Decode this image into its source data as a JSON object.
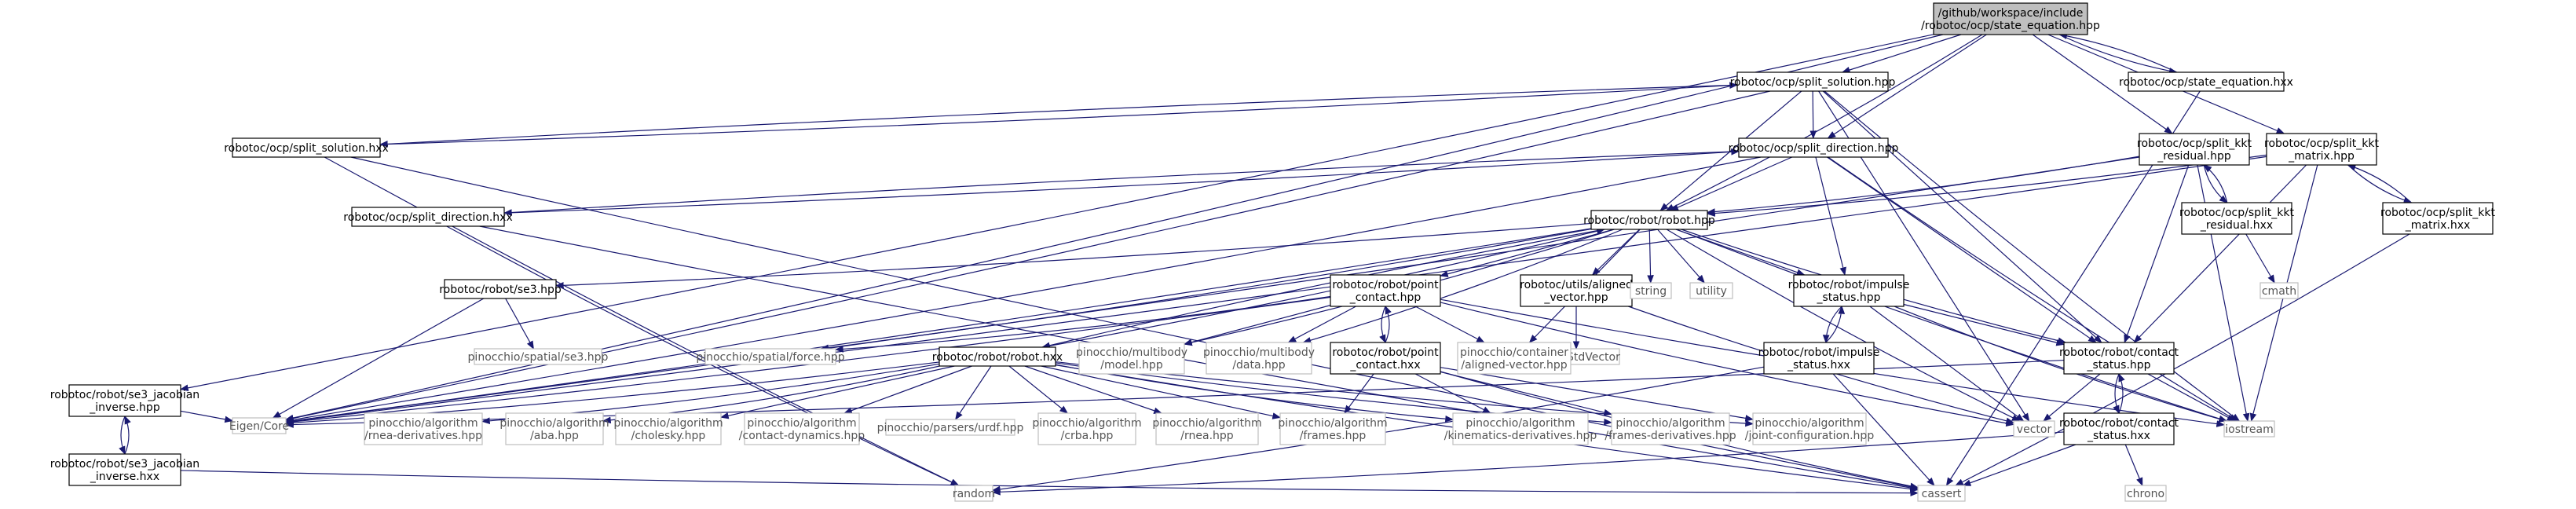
{
  "graph": {
    "colors": {
      "edge": "#191970",
      "border_main": "#000000",
      "border_ext": "#bfbfbf",
      "root_fill": "#bfbfbf",
      "text_main": "#000000",
      "text_ext": "#555555"
    },
    "nodes": {
      "root": {
        "lines": [
          "/github/workspace/include",
          "/robotoc/ocp/state_equation.hpp"
        ],
        "kind": "root"
      },
      "state_eq_hxx": {
        "lines": [
          "robotoc/ocp/state_equation.hxx"
        ],
        "kind": "main"
      },
      "split_solution_hpp": {
        "lines": [
          "robotoc/ocp/split_solution.hpp"
        ],
        "kind": "main"
      },
      "split_solution_hxx": {
        "lines": [
          "robotoc/ocp/split_solution.hxx"
        ],
        "kind": "main"
      },
      "split_direction_hpp": {
        "lines": [
          "robotoc/ocp/split_direction.hpp"
        ],
        "kind": "main"
      },
      "split_direction_hxx": {
        "lines": [
          "robotoc/ocp/split_direction.hxx"
        ],
        "kind": "main"
      },
      "kkt_residual_hpp": {
        "lines": [
          "robotoc/ocp/split_kkt",
          "_residual.hpp"
        ],
        "kind": "main"
      },
      "kkt_residual_hxx": {
        "lines": [
          "robotoc/ocp/split_kkt",
          "_residual.hxx"
        ],
        "kind": "main"
      },
      "kkt_matrix_hpp": {
        "lines": [
          "robotoc/ocp/split_kkt",
          "_matrix.hpp"
        ],
        "kind": "main"
      },
      "kkt_matrix_hxx": {
        "lines": [
          "robotoc/ocp/split_kkt",
          "_matrix.hxx"
        ],
        "kind": "main"
      },
      "robot_hpp": {
        "lines": [
          "robotoc/robot/robot.hpp"
        ],
        "kind": "main"
      },
      "robot_hxx": {
        "lines": [
          "robotoc/robot/robot.hxx"
        ],
        "kind": "main"
      },
      "se3_hpp": {
        "lines": [
          "robotoc/robot/se3.hpp"
        ],
        "kind": "main"
      },
      "se3_jac_hpp": {
        "lines": [
          "robotoc/robot/se3_jacobian",
          "_inverse.hpp"
        ],
        "kind": "main"
      },
      "se3_jac_hxx": {
        "lines": [
          "robotoc/robot/se3_jacobian",
          "_inverse.hxx"
        ],
        "kind": "main"
      },
      "point_contact_hpp": {
        "lines": [
          "robotoc/robot/point",
          "_contact.hpp"
        ],
        "kind": "main"
      },
      "point_contact_hxx": {
        "lines": [
          "robotoc/robot/point",
          "_contact.hxx"
        ],
        "kind": "main"
      },
      "aligned_vector_hpp": {
        "lines": [
          "robotoc/utils/aligned",
          "_vector.hpp"
        ],
        "kind": "main"
      },
      "impulse_status_hpp": {
        "lines": [
          "robotoc/robot/impulse",
          "_status.hpp"
        ],
        "kind": "main"
      },
      "impulse_status_hxx": {
        "lines": [
          "robotoc/robot/impulse",
          "_status.hxx"
        ],
        "kind": "main"
      },
      "contact_status_hpp": {
        "lines": [
          "robotoc/robot/contact",
          "_status.hpp"
        ],
        "kind": "main"
      },
      "contact_status_hxx": {
        "lines": [
          "robotoc/robot/contact",
          "_status.hxx"
        ],
        "kind": "main"
      },
      "eigen_core": {
        "lines": [
          "Eigen/Core"
        ],
        "kind": "ext"
      },
      "random": {
        "lines": [
          "random"
        ],
        "kind": "ext"
      },
      "cassert": {
        "lines": [
          "cassert"
        ],
        "kind": "ext"
      },
      "vector": {
        "lines": [
          "vector"
        ],
        "kind": "ext"
      },
      "iostream": {
        "lines": [
          "iostream"
        ],
        "kind": "ext"
      },
      "string": {
        "lines": [
          "string"
        ],
        "kind": "ext"
      },
      "utility": {
        "lines": [
          "utility"
        ],
        "kind": "ext"
      },
      "cmath": {
        "lines": [
          "cmath"
        ],
        "kind": "ext"
      },
      "chrono": {
        "lines": [
          "chrono"
        ],
        "kind": "ext"
      },
      "eigen_stdvector": {
        "lines": [
          "Eigen/StdVector"
        ],
        "kind": "ext"
      },
      "pin_se3": {
        "lines": [
          "pinocchio/spatial/se3.hpp"
        ],
        "kind": "ext"
      },
      "pin_force": {
        "lines": [
          "pinocchio/spatial/force.hpp"
        ],
        "kind": "ext"
      },
      "pin_model": {
        "lines": [
          "pinocchio/multibody",
          "/model.hpp"
        ],
        "kind": "ext"
      },
      "pin_data": {
        "lines": [
          "pinocchio/multibody",
          "/data.hpp"
        ],
        "kind": "ext"
      },
      "pin_aligned": {
        "lines": [
          "pinocchio/container",
          "/aligned-vector.hpp"
        ],
        "kind": "ext"
      },
      "pin_rnea_deriv": {
        "lines": [
          "pinocchio/algorithm",
          "/rnea-derivatives.hpp"
        ],
        "kind": "ext"
      },
      "pin_aba": {
        "lines": [
          "pinocchio/algorithm",
          "/aba.hpp"
        ],
        "kind": "ext"
      },
      "pin_cholesky": {
        "lines": [
          "pinocchio/algorithm",
          "/cholesky.hpp"
        ],
        "kind": "ext"
      },
      "pin_contact_dyn": {
        "lines": [
          "pinocchio/algorithm",
          "/contact-dynamics.hpp"
        ],
        "kind": "ext"
      },
      "pin_urdf": {
        "lines": [
          "pinocchio/parsers/urdf.hpp"
        ],
        "kind": "ext"
      },
      "pin_crba": {
        "lines": [
          "pinocchio/algorithm",
          "/crba.hpp"
        ],
        "kind": "ext"
      },
      "pin_rnea": {
        "lines": [
          "pinocchio/algorithm",
          "/rnea.hpp"
        ],
        "kind": "ext"
      },
      "pin_frames": {
        "lines": [
          "pinocchio/algorithm",
          "/frames.hpp"
        ],
        "kind": "ext"
      },
      "pin_kin_deriv": {
        "lines": [
          "pinocchio/algorithm",
          "/kinematics-derivatives.hpp"
        ],
        "kind": "ext"
      },
      "pin_frames_deriv": {
        "lines": [
          "pinocchio/algorithm",
          "/frames-derivatives.hpp"
        ],
        "kind": "ext"
      },
      "pin_joint_config": {
        "lines": [
          "pinocchio/algorithm",
          "/joint-configuration.hpp"
        ],
        "kind": "ext"
      }
    },
    "edges": [
      [
        "root",
        "state_eq_hxx"
      ],
      [
        "root",
        "split_solution_hpp"
      ],
      [
        "root",
        "split_direction_hpp"
      ],
      [
        "root",
        "kkt_residual_hpp"
      ],
      [
        "root",
        "kkt_matrix_hpp"
      ],
      [
        "root",
        "robot_hpp"
      ],
      [
        "root",
        "se3_jac_hpp"
      ],
      [
        "root",
        "eigen_core"
      ],
      [
        "state_eq_hxx",
        "root"
      ],
      [
        "state_eq_hxx",
        "cassert"
      ],
      [
        "split_solution_hpp",
        "split_solution_hxx"
      ],
      [
        "split_solution_hpp",
        "split_direction_hpp"
      ],
      [
        "split_solution_hpp",
        "robot_hpp"
      ],
      [
        "split_solution_hpp",
        "contact_status_hpp"
      ],
      [
        "split_solution_hpp",
        "vector"
      ],
      [
        "split_solution_hpp",
        "iostream"
      ],
      [
        "split_solution_hpp",
        "eigen_core"
      ],
      [
        "split_solution_hxx",
        "split_solution_hpp"
      ],
      [
        "split_solution_hxx",
        "random"
      ],
      [
        "split_solution_hxx",
        "cassert"
      ],
      [
        "split_direction_hpp",
        "split_direction_hxx"
      ],
      [
        "split_direction_hpp",
        "robot_hpp"
      ],
      [
        "split_direction_hpp",
        "impulse_status_hpp"
      ],
      [
        "split_direction_hpp",
        "contact_status_hpp"
      ],
      [
        "split_direction_hpp",
        "iostream"
      ],
      [
        "split_direction_hpp",
        "eigen_core"
      ],
      [
        "split_direction_hxx",
        "split_direction_hpp"
      ],
      [
        "split_direction_hxx",
        "random"
      ],
      [
        "split_direction_hxx",
        "cassert"
      ],
      [
        "kkt_residual_hpp",
        "kkt_residual_hxx"
      ],
      [
        "kkt_residual_hpp",
        "robot_hpp"
      ],
      [
        "kkt_residual_hpp",
        "contact_status_hpp"
      ],
      [
        "kkt_residual_hpp",
        "iostream"
      ],
      [
        "kkt_residual_hpp",
        "eigen_core"
      ],
      [
        "kkt_residual_hxx",
        "kkt_residual_hpp"
      ],
      [
        "kkt_residual_hxx",
        "cmath"
      ],
      [
        "kkt_matrix_hpp",
        "kkt_matrix_hxx"
      ],
      [
        "kkt_matrix_hpp",
        "robot_hpp"
      ],
      [
        "kkt_matrix_hpp",
        "contact_status_hpp"
      ],
      [
        "kkt_matrix_hpp",
        "iostream"
      ],
      [
        "kkt_matrix_hpp",
        "eigen_core"
      ],
      [
        "kkt_matrix_hxx",
        "kkt_matrix_hpp"
      ],
      [
        "kkt_matrix_hxx",
        "cassert"
      ],
      [
        "robot_hpp",
        "robot_hxx"
      ],
      [
        "robot_hpp",
        "se3_hpp"
      ],
      [
        "robot_hpp",
        "point_contact_hpp"
      ],
      [
        "robot_hpp",
        "aligned_vector_hpp"
      ],
      [
        "robot_hpp",
        "impulse_status_hpp"
      ],
      [
        "robot_hpp",
        "contact_status_hpp"
      ],
      [
        "robot_hpp",
        "string"
      ],
      [
        "robot_hpp",
        "utility"
      ],
      [
        "robot_hpp",
        "vector"
      ],
      [
        "robot_hpp",
        "iostream"
      ],
      [
        "robot_hpp",
        "eigen_core"
      ],
      [
        "robot_hpp",
        "pin_model"
      ],
      [
        "robot_hpp",
        "pin_data"
      ],
      [
        "robot_hpp",
        "pin_aligned"
      ],
      [
        "robot_hpp",
        "pin_force"
      ],
      [
        "robot_hxx",
        "robot_hpp"
      ],
      [
        "robot_hxx",
        "eigen_core"
      ],
      [
        "robot_hxx",
        "pin_rnea_deriv"
      ],
      [
        "robot_hxx",
        "pin_aba"
      ],
      [
        "robot_hxx",
        "pin_cholesky"
      ],
      [
        "robot_hxx",
        "pin_contact_dyn"
      ],
      [
        "robot_hxx",
        "pin_urdf"
      ],
      [
        "robot_hxx",
        "pin_crba"
      ],
      [
        "robot_hxx",
        "pin_rnea"
      ],
      [
        "robot_hxx",
        "pin_frames"
      ],
      [
        "robot_hxx",
        "pin_kin_deriv"
      ],
      [
        "robot_hxx",
        "pin_frames_deriv"
      ],
      [
        "robot_hxx",
        "pin_joint_config"
      ],
      [
        "robot_hxx",
        "cassert"
      ],
      [
        "se3_hpp",
        "pin_se3"
      ],
      [
        "se3_hpp",
        "eigen_core"
      ],
      [
        "se3_jac_hpp",
        "se3_jac_hxx"
      ],
      [
        "se3_jac_hpp",
        "eigen_core"
      ],
      [
        "se3_jac_hxx",
        "se3_jac_hpp"
      ],
      [
        "se3_jac_hxx",
        "cassert"
      ],
      [
        "point_contact_hpp",
        "point_contact_hxx"
      ],
      [
        "point_contact_hpp",
        "pin_model"
      ],
      [
        "point_contact_hpp",
        "pin_data"
      ],
      [
        "point_contact_hpp",
        "pin_aligned"
      ],
      [
        "point_contact_hpp",
        "pin_force"
      ],
      [
        "point_contact_hpp",
        "eigen_core"
      ],
      [
        "point_contact_hpp",
        "vector"
      ],
      [
        "point_contact_hpp",
        "iostream"
      ],
      [
        "point_contact_hxx",
        "point_contact_hpp"
      ],
      [
        "point_contact_hxx",
        "pin_frames"
      ],
      [
        "point_contact_hxx",
        "pin_kin_deriv"
      ],
      [
        "point_contact_hxx",
        "pin_frames_deriv"
      ],
      [
        "point_contact_hxx",
        "pin_joint_config"
      ],
      [
        "point_contact_hxx",
        "cassert"
      ],
      [
        "aligned_vector_hpp",
        "eigen_stdvector"
      ],
      [
        "aligned_vector_hpp",
        "vector"
      ],
      [
        "impulse_status_hpp",
        "impulse_status_hxx"
      ],
      [
        "impulse_status_hpp",
        "contact_status_hpp"
      ],
      [
        "impulse_status_hpp",
        "vector"
      ],
      [
        "impulse_status_hpp",
        "iostream"
      ],
      [
        "impulse_status_hxx",
        "impulse_status_hpp"
      ],
      [
        "impulse_status_hxx",
        "cassert"
      ],
      [
        "impulse_status_hxx",
        "random"
      ],
      [
        "contact_status_hpp",
        "contact_status_hxx"
      ],
      [
        "contact_status_hpp",
        "vector"
      ],
      [
        "contact_status_hpp",
        "iostream"
      ],
      [
        "contact_status_hpp",
        "eigen_core"
      ],
      [
        "contact_status_hxx",
        "contact_status_hpp"
      ],
      [
        "contact_status_hxx",
        "cassert"
      ],
      [
        "contact_status_hxx",
        "random"
      ],
      [
        "contact_status_hxx",
        "chrono"
      ]
    ]
  }
}
